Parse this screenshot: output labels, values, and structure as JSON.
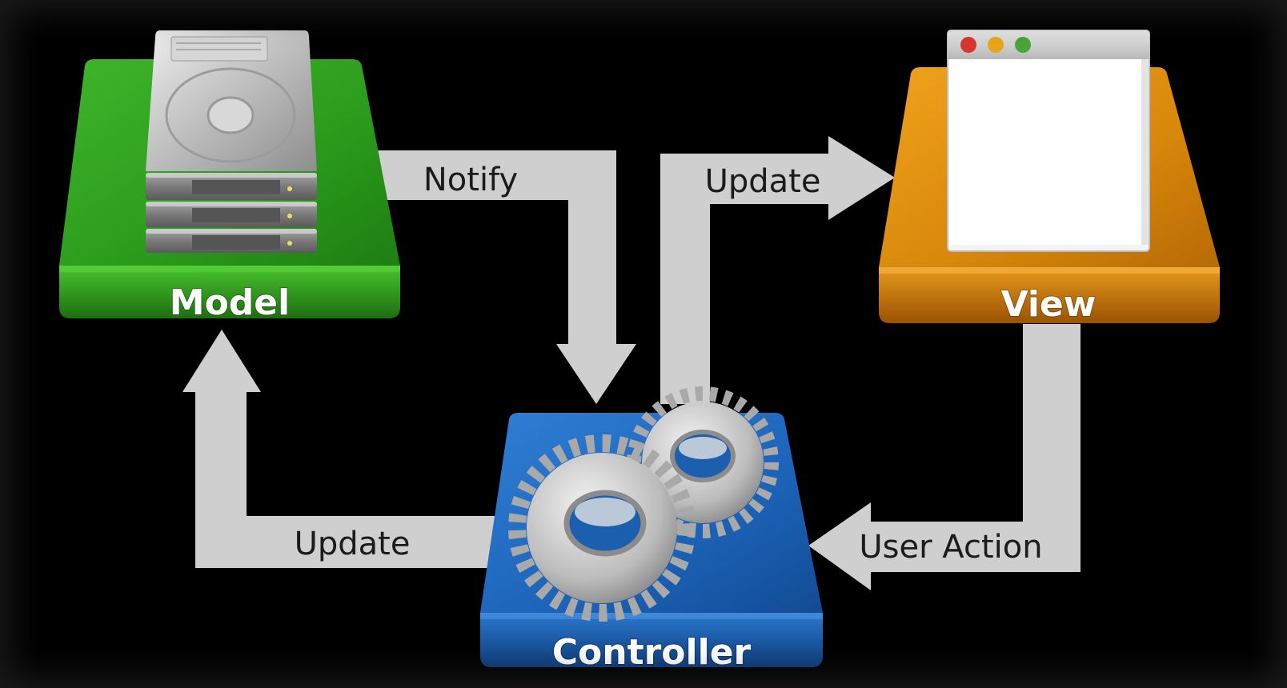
{
  "nodes": {
    "model": {
      "label": "Model",
      "icon": "hard-drive-stack-icon",
      "color": "#2f9e1f"
    },
    "view": {
      "label": "View",
      "icon": "app-window-icon",
      "color": "#d88a0a"
    },
    "controller": {
      "label": "Controller",
      "icon": "gears-icon",
      "color": "#1c63b8"
    }
  },
  "arrows": {
    "model_to_controller": {
      "label": "Notify"
    },
    "controller_to_view": {
      "label": "Update"
    },
    "controller_to_model": {
      "label": "Update"
    },
    "view_to_controller": {
      "label": "User Action"
    }
  },
  "colors": {
    "background": "#000000",
    "arrow": "#cfcfcf"
  }
}
